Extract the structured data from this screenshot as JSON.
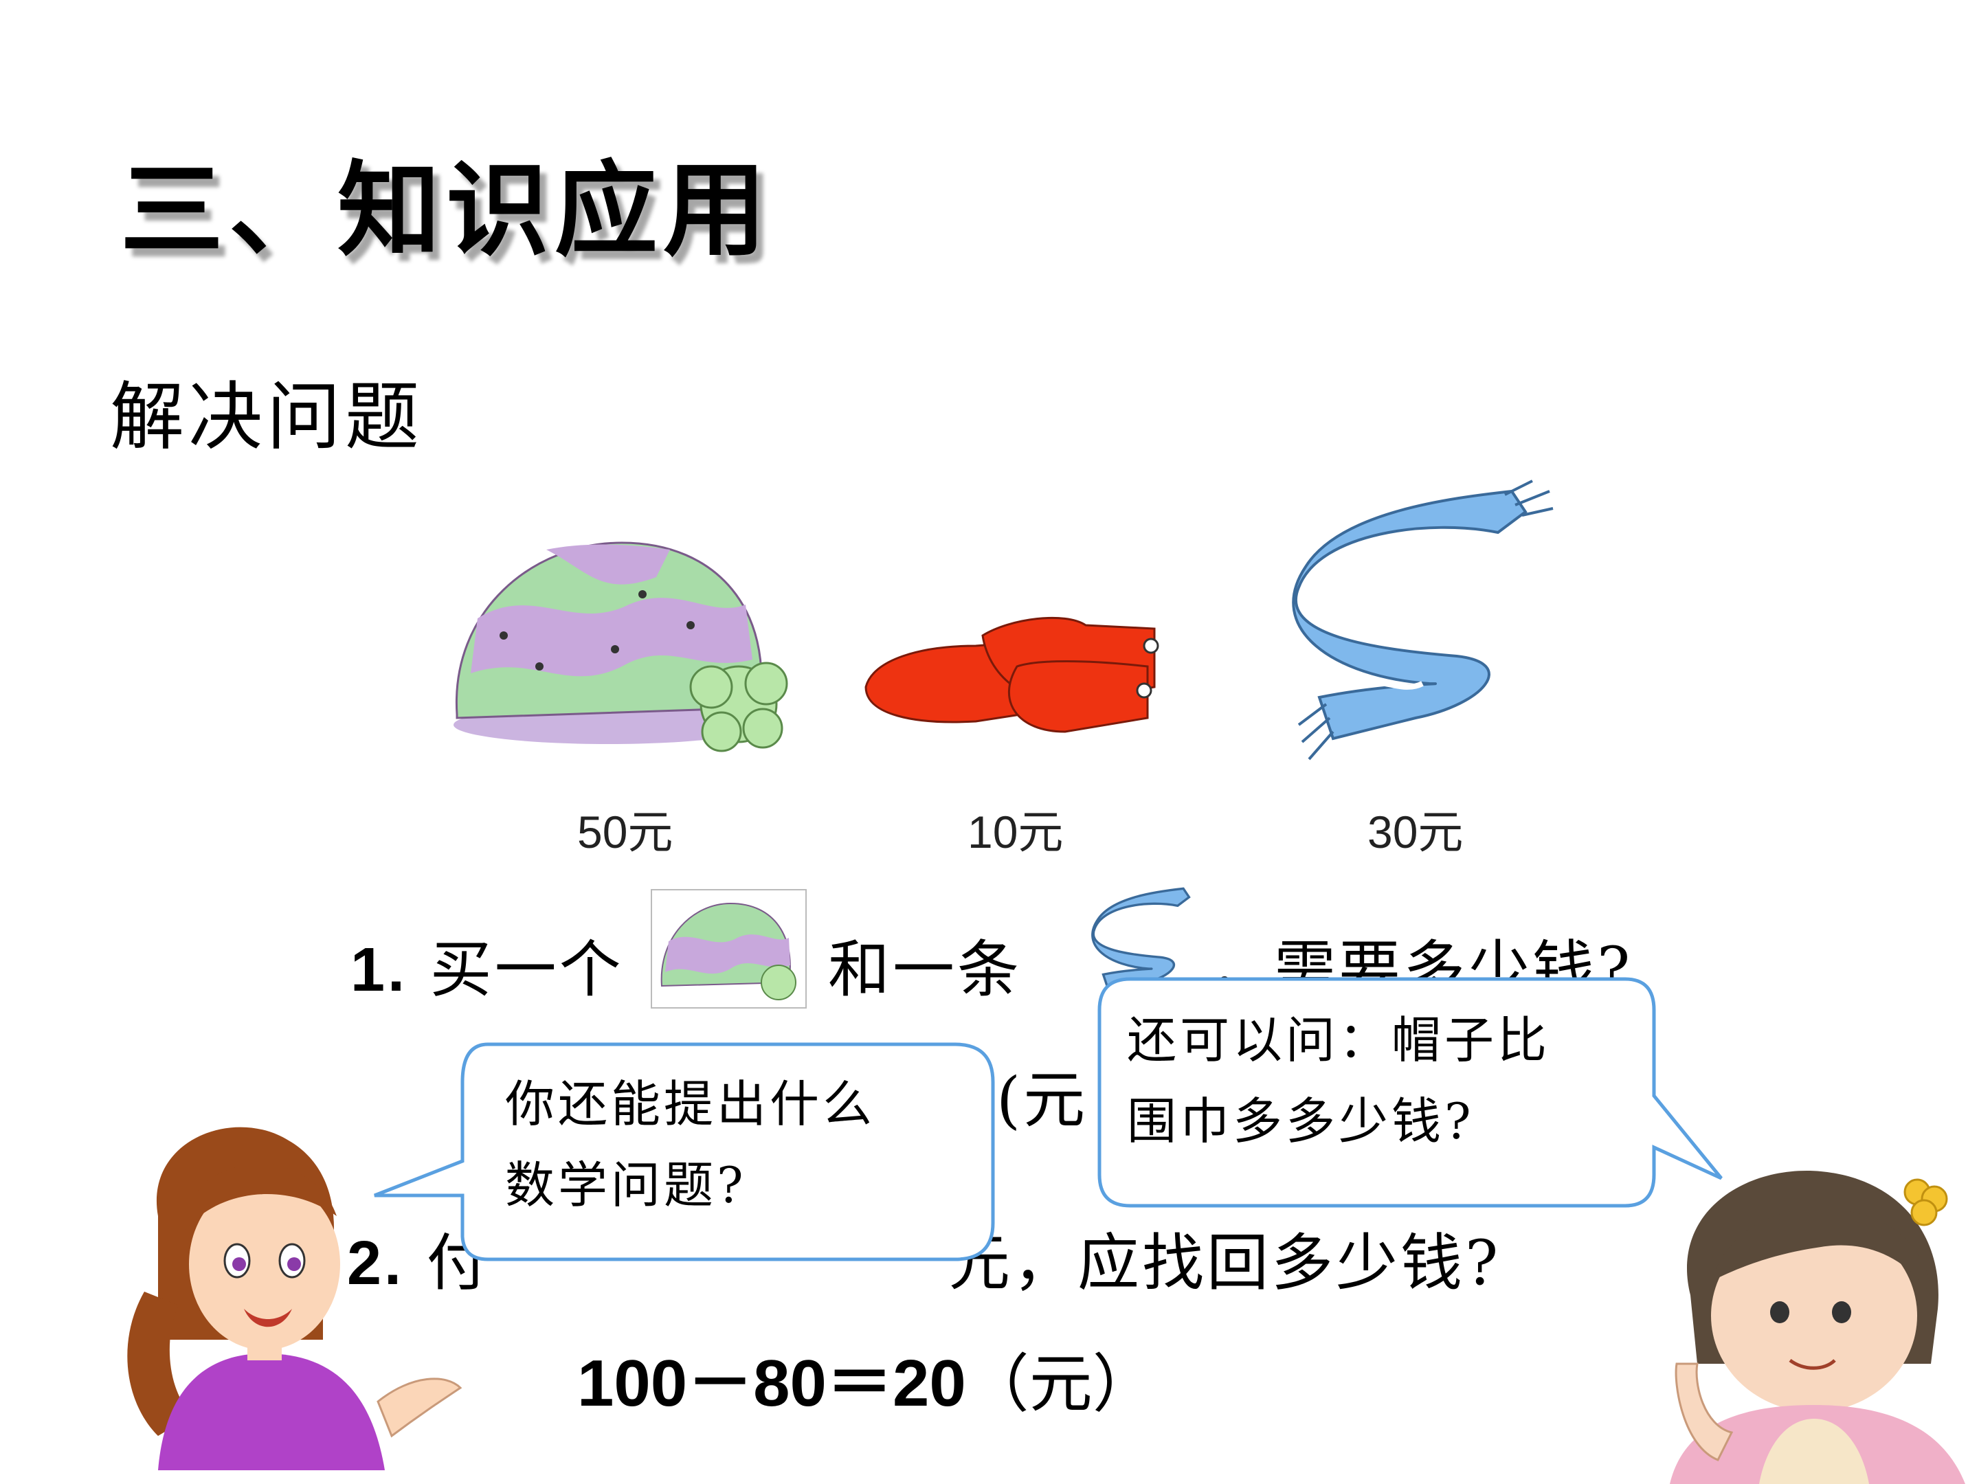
{
  "slide": {
    "title": "三、知识应用",
    "subtitle": "解决问题"
  },
  "products": [
    {
      "name": "hat",
      "price": "50元"
    },
    {
      "name": "gloves",
      "price": "10元"
    },
    {
      "name": "scarf",
      "price": "30元"
    }
  ],
  "question1": {
    "number": "1.",
    "part1": "买一个",
    "part2": "和一条",
    "part3": "，需要多少钱?",
    "answer_tail": "(元"
  },
  "question2": {
    "number": "2.",
    "partial": "付",
    "rest": "元，应找回多少钱?"
  },
  "answer": {
    "equation": "100－80＝20",
    "unit": "（元）"
  },
  "bubble_left": {
    "line1": "你还能提出什么",
    "line2": "数学问题?"
  },
  "bubble_right": {
    "line1": "还可以问：帽子比",
    "line2": "围巾多多少钱?"
  },
  "colors": {
    "bubble_border": "#5aa0e0",
    "hat_green": "#a8dca8",
    "hat_purple": "#c8a8dc",
    "glove_red": "#ee3311",
    "scarf_blue": "#7fb8ec"
  }
}
